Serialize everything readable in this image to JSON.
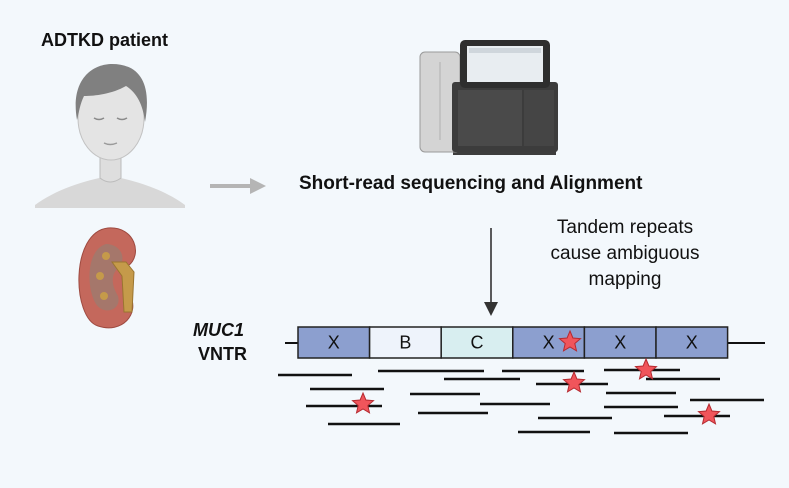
{
  "labels": {
    "patient": "ADTKD patient",
    "sequencing": "Short-read sequencing and Alignment",
    "tandem": "Tandem repeats cause ambiguous mapping",
    "gene": "MUC1",
    "region": "VNTR"
  },
  "repeat_units": [
    {
      "label": "X",
      "color": "#8c9fcf"
    },
    {
      "label": "B",
      "color": "#eef3fb"
    },
    {
      "label": "C",
      "color": "#d8eef0"
    },
    {
      "label": "X",
      "color": "#8c9fcf"
    },
    {
      "label": "X",
      "color": "#8c9fcf"
    },
    {
      "label": "X",
      "color": "#8c9fcf"
    }
  ],
  "colors": {
    "background": "#f3f8fc",
    "repeat_x": "#8c9fcf",
    "variant_star": "#f0555b",
    "arrow_gray": "#b5b5b5"
  },
  "icons": [
    "person-icon",
    "kidney-icon",
    "sequencer-icon",
    "variant-star-icon"
  ]
}
